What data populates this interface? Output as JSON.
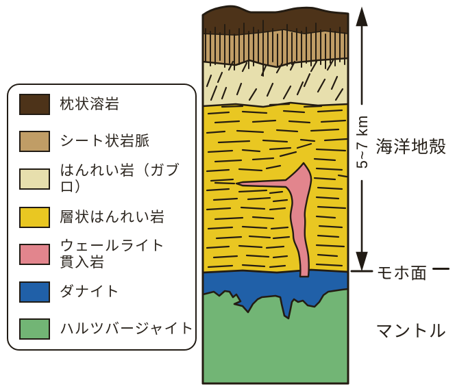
{
  "colors": {
    "outline": "#241c12",
    "pillow_lava": "#4d3319",
    "sheeted_dikes": "#c09d66",
    "gabbro": "#e7dfad",
    "layered_gabbro": "#e9c722",
    "wehrlite": "#e2858d",
    "dunite": "#2060a8",
    "harzburgite": "#72b575"
  },
  "legend": {
    "items": [
      {
        "label": "枕状溶岩"
      },
      {
        "label": "シート状岩脈"
      },
      {
        "label": "はんれい岩（ガブロ）"
      },
      {
        "label": "層状はんれい岩"
      },
      {
        "label": "ウェールライト\n貫入岩"
      },
      {
        "label": "ダナイト"
      },
      {
        "label": "ハルツバージャイト"
      }
    ]
  },
  "annotations": {
    "depth_label": "5~7 km",
    "oceanic_crust": "海洋地殻",
    "moho": "モホ面",
    "mantle": "マントル"
  }
}
